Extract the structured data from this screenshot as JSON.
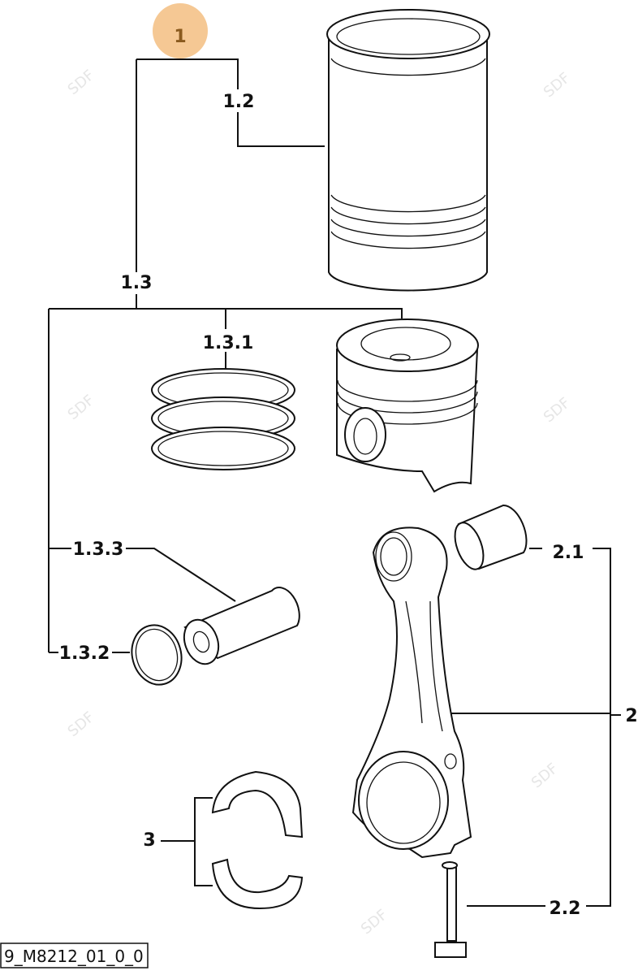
{
  "diagram_id": "9_M8212_01_0_0",
  "watermark": "SDF",
  "highlight_color": "#f5c894",
  "highlight_text_color": "#8a5a1e",
  "callouts": {
    "c1": "1",
    "c1_2": "1.2",
    "c1_3": "1.3",
    "c1_3_1": "1.3.1",
    "c1_3_2": "1.3.2",
    "c1_3_3": "1.3.3",
    "c2": "2",
    "c2_1": "2.1",
    "c2_2": "2.2",
    "c3": "3"
  }
}
